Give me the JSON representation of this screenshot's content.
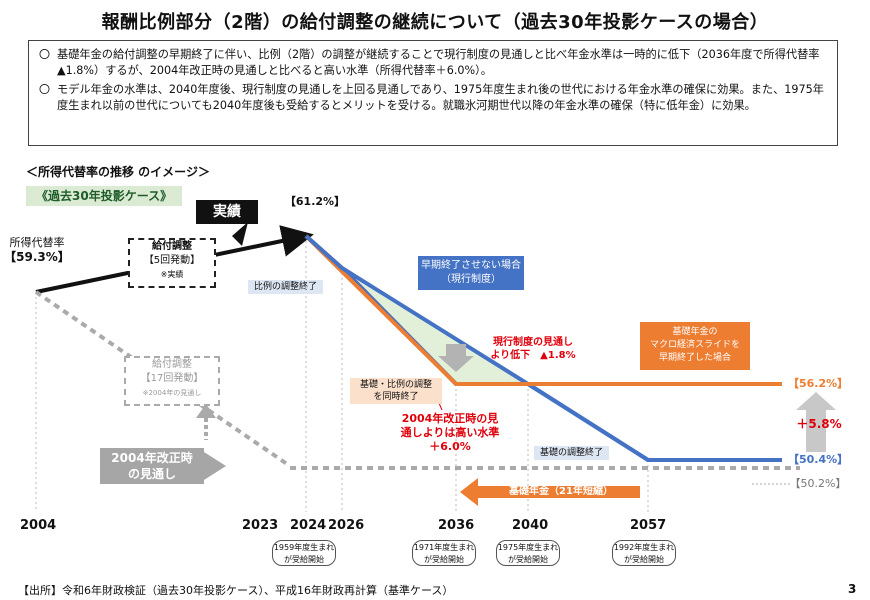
{
  "title": "報酬比例部分（2階）の給付調整の継続について（過去30年投影ケースの場合）",
  "summary": {
    "bullets": [
      "基礎年金の給付調整の早期終了に伴い、比例（2階）の調整が継続することで現行制度の見通しと比べ年金水準は一時的に低下（2036年度で所得代替率▲1.8%）するが、2004年改正時の見通しと比べると高い水準（所得代替率＋6.0%）。",
      "モデル年金の水準は、2040年度後、現行制度の見通しを上回る見通しであり、1975年度生まれ後の世代における年金水準の確保に効果。また、1975年度生まれ以前の世代についても2040年度後も受給するとメリットを受ける。就職氷河期世代以降の年金水準の確保（特に低年金）に効果。"
    ],
    "bullet_mark": "〇"
  },
  "section_label": "＜所得代替率の推移 のイメージ＞",
  "case_tag": "《過去30年投影ケース》",
  "diagram": {
    "jisseki": "実績",
    "start_label_line1": "所得代替率",
    "start_label_line2": "【59.3%】",
    "peak_label": "【61.2%】",
    "adj5_line1": "給付調整",
    "adj5_line2": "【5回発動】",
    "adj5_line3": "※実績",
    "adj17_line1": "給付調整",
    "adj17_line2": "【17回発動】",
    "adj17_line3": "※2004年の見通し",
    "old_forecast_line1": "2004年改正時",
    "old_forecast_line2": "の見通し",
    "hirei_end": "比例の調整終了",
    "kiso_end": "基礎の調整終了",
    "simul_end_line1": "基礎・比例の調整",
    "simul_end_line2": "を同時終了",
    "current_line1": "早期終了させない場合",
    "current_line2": "（現行制度）",
    "early_line1": "基礎年金の",
    "early_line2": "マクロ経済スライドを",
    "early_line3": "早期終了した場合",
    "drop_line1": "現行制度の見通し",
    "drop_line2": "より低下　▲1.8%",
    "higher_line1": "2004年改正時の見",
    "higher_line2": "通しよりは高い水準",
    "higher_line3": "＋6.0%",
    "kiso_short": "基礎年金（21年短縮）",
    "right_562": "【56.2%】",
    "right_plus": "＋5.8%",
    "right_504": "【50.4%】",
    "right_502": "【50.2%】",
    "years": [
      "2004",
      "2023",
      "2024",
      "2026",
      "2036",
      "2040",
      "2057"
    ],
    "notes": [
      {
        "line1": "1959年度生まれ",
        "line2": "が受給開始"
      },
      {
        "line1": "1971年度生まれ",
        "line2": "が受給開始"
      },
      {
        "line1": "1975年度生まれ",
        "line2": "が受給開始"
      },
      {
        "line1": "1992年度生まれ",
        "line2": "が受給開始"
      }
    ],
    "colors": {
      "blue": "#4472c4",
      "orange": "#ed7d31",
      "red": "#e0000b",
      "grey": "#aaaaaa",
      "green_fill": "#e2f0d9"
    }
  },
  "footer": "【出所】令和6年財政検証（過去30年投影ケース）、平成16年財政再計算（基準ケース）",
  "page_number": "3"
}
